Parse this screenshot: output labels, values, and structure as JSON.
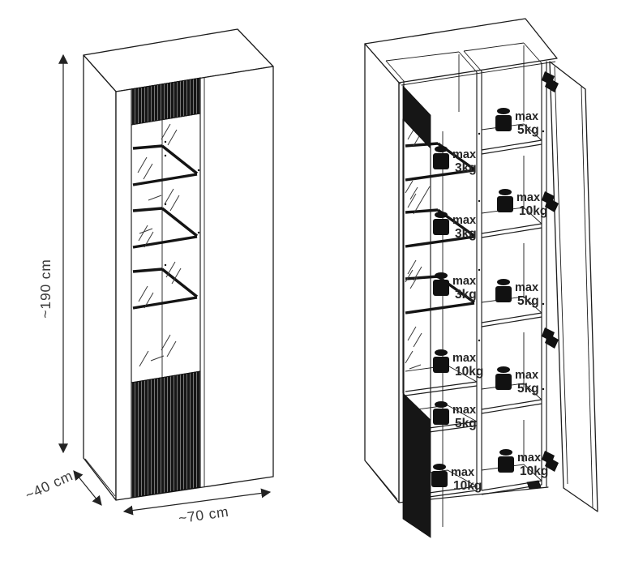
{
  "dimensions": {
    "height": "~190 cm",
    "depth": "~40 cm",
    "width": "~70 cm"
  },
  "open_view": {
    "left_column_labels": [
      {
        "prefix": "max",
        "value": "3kg"
      },
      {
        "prefix": "max",
        "value": "3kg"
      },
      {
        "prefix": "max",
        "value": "3kg"
      },
      {
        "prefix": "max",
        "value": "10kg"
      },
      {
        "prefix": "max",
        "value": "5kg"
      },
      {
        "prefix": "max",
        "value": "10kg"
      }
    ],
    "right_column_labels": [
      {
        "prefix": "max",
        "value": "5kg"
      },
      {
        "prefix": "max",
        "value": "10kg"
      },
      {
        "prefix": "max",
        "value": "5kg"
      },
      {
        "prefix": "max",
        "value": "5kg"
      },
      {
        "prefix": "max",
        "value": "10kg"
      }
    ]
  },
  "icons": {
    "weight_icon": "weight-kettlebell",
    "hinge_icon": "cabinet-hinge"
  },
  "colors": {
    "line": "#1c1c1c",
    "fluted_panel": "#161616",
    "label_text": "#262626",
    "background": "#ffffff"
  }
}
